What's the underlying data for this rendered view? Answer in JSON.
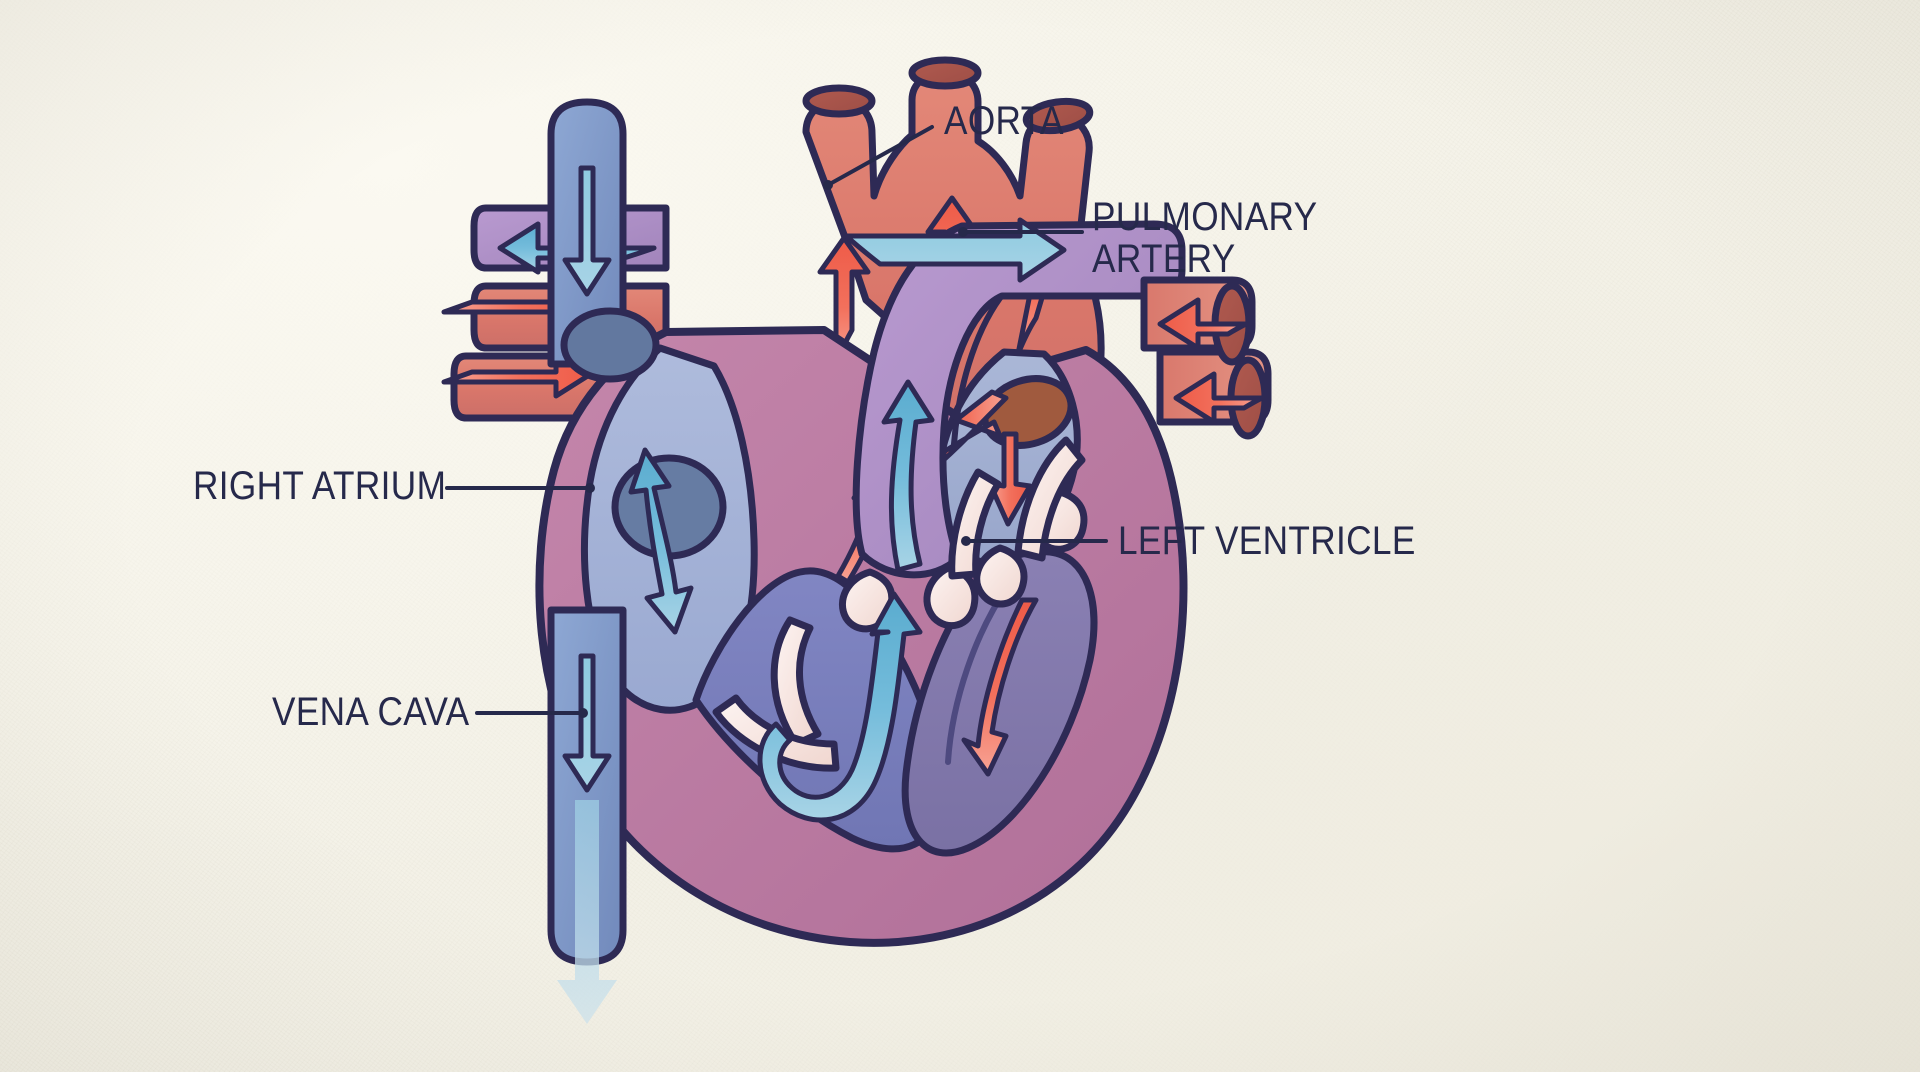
{
  "diagram": {
    "title": "Human Heart Cross-Section",
    "subject": "heart-anatomy-blood-flow",
    "background_color": "#f4f2e8",
    "outline_color": "#2e2a55",
    "label_color": "#26294b"
  },
  "labels": [
    {
      "id": "aorta",
      "text": "AORTA",
      "color": "#26294b"
    },
    {
      "id": "pulmonary_line1",
      "text": "PULMONARY",
      "color": "#26294b"
    },
    {
      "id": "pulmonary_line2",
      "text": "ARTERY",
      "color": "#26294b"
    },
    {
      "id": "left_ventricle",
      "text": "LEFT VENTRICLE",
      "color": "#26294b"
    },
    {
      "id": "right_atrium",
      "text": "RIGHT ATRIUM",
      "color": "#26294b"
    },
    {
      "id": "vena_cava",
      "text": "VENA CAVA",
      "color": "#26294b"
    }
  ],
  "structures": {
    "aorta": {
      "name": "Aorta",
      "color": "#d9766a",
      "flow": "oxygenated-out"
    },
    "pulmonary_artery": {
      "name": "Pulmonary Artery",
      "color": "#ad8dc4",
      "flow": "deoxygenated-out"
    },
    "vena_cava": {
      "name": "Vena Cava",
      "color": "#7e9acb",
      "flow": "deoxygenated-in"
    },
    "right_atrium": {
      "name": "Right Atrium",
      "color": "#a5b4d8"
    },
    "right_ventricle": {
      "name": "Right Ventricle",
      "color": "#7b7fbe"
    },
    "left_atrium": {
      "name": "Left Atrium",
      "color": "#a8b5d5"
    },
    "left_ventricle": {
      "name": "Left Ventricle",
      "color": "#8079ab"
    },
    "heart_wall": {
      "name": "Myocardium Wall",
      "color": "#bd7ba4"
    },
    "valves": {
      "name": "Heart Valves",
      "color": "#f4e4e4"
    },
    "pulmonary_veins": {
      "name": "Pulmonary Veins",
      "color": "#e08a79"
    }
  },
  "flow_arrows": {
    "oxygenated_color": "#ef5f4c",
    "deoxygenated_color": "#6db8d8",
    "counts": {
      "red": 10,
      "blue": 6
    }
  }
}
